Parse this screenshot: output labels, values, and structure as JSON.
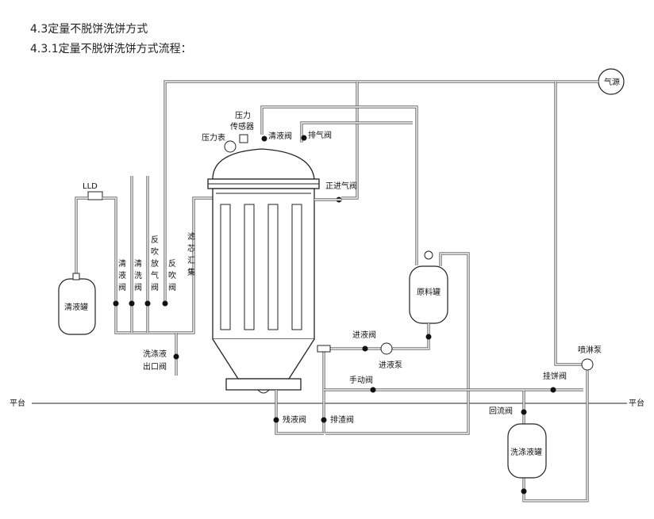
{
  "heading": {
    "section": "4.3定量不脱饼洗饼方式",
    "subsection": "4.3.1定量不脱饼洗饼方式流程："
  },
  "diagram": {
    "labels": {
      "gas_source": "气源",
      "pressure_gauge": "压力表",
      "pressure_sensor_1": "压力",
      "pressure_sensor_2": "传感器",
      "clear_liquid_valve_top": "清液阀",
      "exhaust_valve": "排气阀",
      "positive_inlet_valve": "正进气阀",
      "lld": "LLD",
      "clear_liquid_tank": "清液罐",
      "clear_liquid_valve": [
        "清",
        "液",
        "阀"
      ],
      "clean_wash_valve": [
        "清",
        "洗",
        "阀"
      ],
      "back_blow_vent_valve": [
        "反",
        "吹",
        "放",
        "气",
        "阀"
      ],
      "back_blow_valve": [
        "反",
        "吹",
        "阀"
      ],
      "filter_manifold": [
        "滤",
        "芯",
        "汇",
        "集"
      ],
      "wash_outlet_valve_1": "洗涤液",
      "wash_outlet_valve_2": "出口阀",
      "raw_material_tank": "原料罐",
      "inlet_valve": "进液阀",
      "inlet_pump": "进液泵",
      "manual_valve": "手动阀",
      "cake_valve": "挂饼阀",
      "spray_pump": "喷淋泵",
      "platform_left": "平台",
      "platform_right": "平台",
      "residual_valve": "残液阀",
      "drain_valve": "排渣阀",
      "return_valve": "回流阀",
      "wash_tank": "洗涤液罐"
    }
  }
}
